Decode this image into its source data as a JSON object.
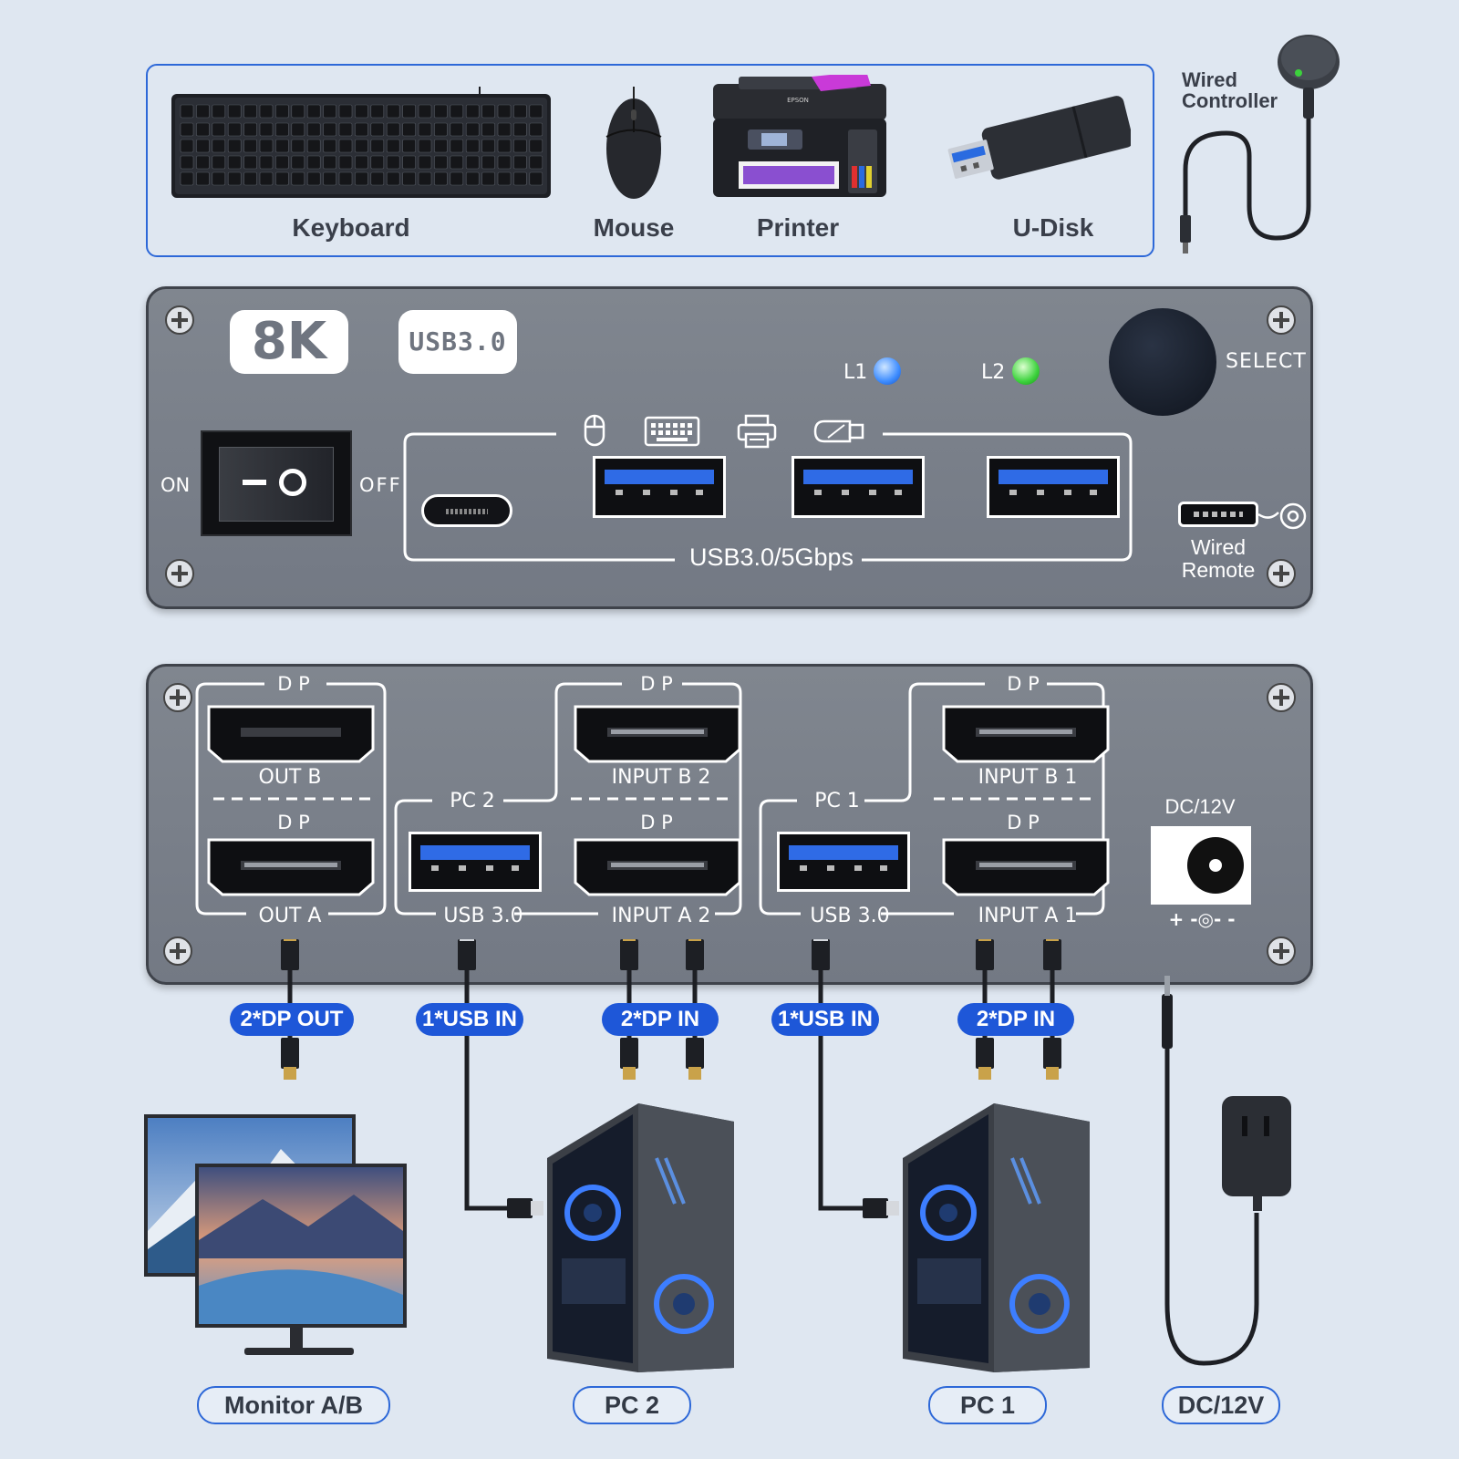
{
  "peripherals": {
    "keyboard": "Keyboard",
    "mouse": "Mouse",
    "printer": "Printer",
    "udisk": "U-Disk",
    "controller": "Wired Controller",
    "epson": "EPSON"
  },
  "front_panel": {
    "badge_8k": "8K",
    "badge_usb": "USB3.0",
    "on": "ON",
    "off": "OFF",
    "l1": "L1",
    "l2": "L2",
    "select": "SELECT",
    "usb_speed": "USB3.0/5Gbps",
    "wired_remote_line1": "Wired",
    "wired_remote_line2": "Remote",
    "led_colors": {
      "l1": "#3d8cff",
      "l2": "#3cd23c"
    }
  },
  "rear_panel": {
    "dp": "D P",
    "out_b": "OUT B",
    "out_a": "OUT A",
    "pc2": "PC 2",
    "pc1": "PC 1",
    "input_b2": "INPUT B 2",
    "input_a2": "INPUT A 2",
    "input_b1": "INPUT B 1",
    "input_a1": "INPUT A 1",
    "usb30": "USB 3.0",
    "dc": "DC/12V",
    "polarity": "+ -◎- -"
  },
  "pills": {
    "dp_out": "2*DP OUT",
    "usb_in": "1*USB IN",
    "dp_in": "2*DP IN"
  },
  "bottom_labels": {
    "monitor": "Monitor A/B",
    "pc2": "PC 2",
    "pc1": "PC 1",
    "dc": "DC/12V"
  },
  "colors": {
    "accent": "#1e57d8",
    "panel": "#7d838f",
    "background": "#dfe7f1"
  }
}
